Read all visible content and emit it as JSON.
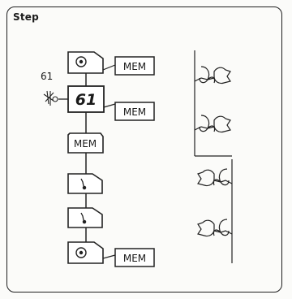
{
  "header": {
    "title": "Step"
  },
  "side": {
    "pattern_number": "61"
  },
  "display": {
    "value": "61"
  },
  "mem": {
    "label": "MEM"
  },
  "steps": [
    {
      "kind": "start-key",
      "icon": "circle-dot-icon",
      "mem": true
    },
    {
      "kind": "display",
      "mem": true
    },
    {
      "kind": "mem-key",
      "mem": false
    },
    {
      "kind": "step-key",
      "icon": "needle-step-icon",
      "mem": false
    },
    {
      "kind": "step-key",
      "icon": "needle-step-icon",
      "mem": false
    },
    {
      "kind": "start-key",
      "icon": "circle-dot-icon",
      "mem": true
    }
  ],
  "preview": {
    "motif": "tulip-icon",
    "rows": 2,
    "per_row": 2
  }
}
